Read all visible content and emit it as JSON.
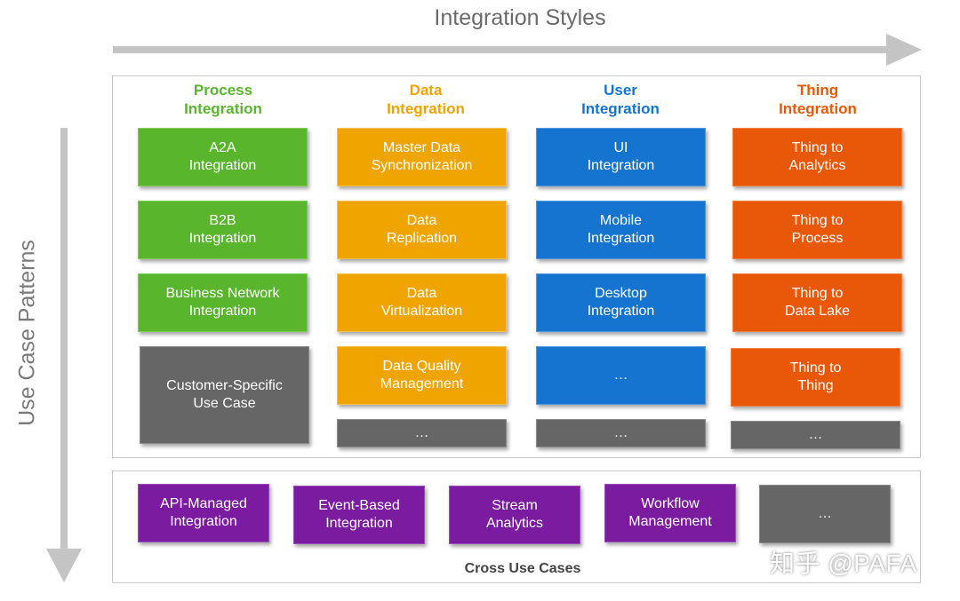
{
  "x_axis": {
    "title": "Integration Styles"
  },
  "y_axis": {
    "title": "Use Case Patterns"
  },
  "columns": [
    {
      "line1": "Process",
      "line2": "Integration",
      "color": "#58b52c"
    },
    {
      "line1": "Data",
      "line2": "Integration",
      "color": "#f0a400"
    },
    {
      "line1": "User",
      "line2": "Integration",
      "color": "#1574cf"
    },
    {
      "line1": "Thing",
      "line2": "Integration",
      "color": "#e85808"
    }
  ],
  "tiles": {
    "process": [
      "A2A\nIntegration",
      "B2B\nIntegration",
      "Business Network\nIntegration",
      "Customer-Specific\nUse Case"
    ],
    "data": [
      "Master Data\nSynchronization",
      "Data\nReplication",
      "Data\nVirtualization",
      "Data Quality\nManagement",
      "…"
    ],
    "user": [
      "UI\nIntegration",
      "Mobile\nIntegration",
      "Desktop\nIntegration",
      "…",
      "…"
    ],
    "thing": [
      "Thing to\nAnalytics",
      "Thing to\nProcess",
      "Thing to\nData Lake",
      "Thing to\nThing",
      "…"
    ]
  },
  "cross_use_cases": {
    "label": "Cross Use Cases",
    "items": [
      "API-Managed\nIntegration",
      "Event-Based\nIntegration",
      "Stream\nAnalytics",
      "Workflow\nManagement",
      "…"
    ]
  },
  "colors": {
    "process": "#58b52c",
    "data": "#f0a400",
    "user": "#1574cf",
    "thing": "#e85808",
    "other": "#666666",
    "cross": "#7a1ba0",
    "arrow": "#c4c4c4"
  },
  "watermark": "知乎 @PAFA"
}
